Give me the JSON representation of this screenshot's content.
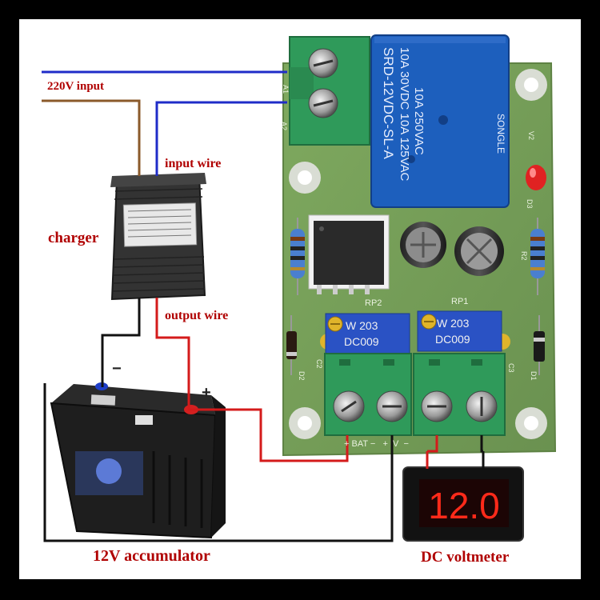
{
  "labels": {
    "input_220v": "220V input",
    "input_wire": "input wire",
    "charger": "charger",
    "output_wire": "output wire",
    "accumulator": "12V accumulator",
    "dc_voltmeter": "DC voltmeter"
  },
  "polarity": {
    "minus": "−",
    "plus": "+"
  },
  "relay": {
    "line1": "10A 250VAC",
    "line2": "10A 30VDC 10A 125VAC",
    "line3": "SRD-12VDC-SL-A",
    "brand": "SONGLE"
  },
  "pots": {
    "rp2_label": "RP2",
    "rp1_label": "RP1",
    "rp2_code": "W 203",
    "rp2_sub": "DC009",
    "rp1_code": "W 203",
    "rp1_sub": "DC009"
  },
  "terminal": {
    "label": "+ BAT −   +  V  −"
  },
  "voltmeter": {
    "reading": "12.0"
  },
  "colors": {
    "pcb": "#79a25a",
    "terminal_green": "#2f9a5a",
    "relay_blue": "#1d5fbd",
    "pot_blue": "#2a52c4",
    "wire_red": "#d41b1b",
    "wire_blue": "#1f2cc8",
    "wire_brown": "#8b5a2b",
    "label_red": "#b00000",
    "display_red": "#ff2a1a"
  }
}
